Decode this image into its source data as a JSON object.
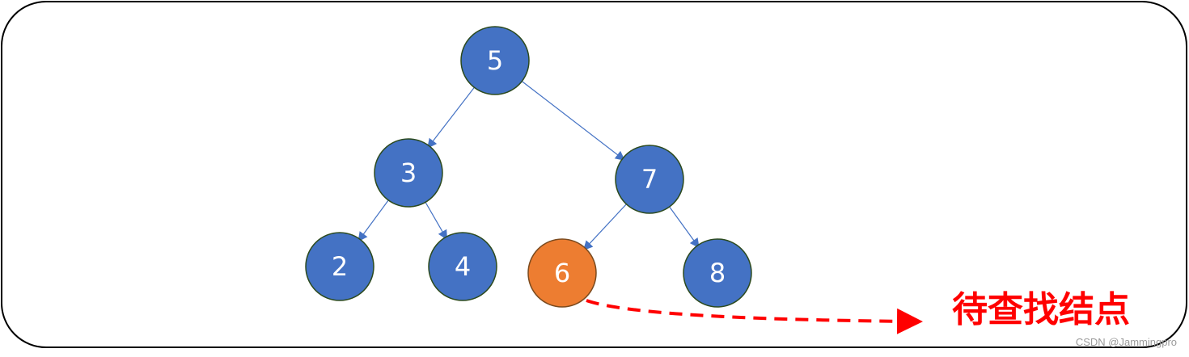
{
  "colors": {
    "node_fill": "#4472c4",
    "node_border": "#2c4a1e",
    "target_fill": "#ed7d31",
    "target_border": "#7a4a1e",
    "edge": "#4472c4",
    "annotation": "#ff0000",
    "frame": "#000000"
  },
  "tree": {
    "nodes": [
      {
        "id": "n5",
        "label": "5"
      },
      {
        "id": "n3",
        "label": "3"
      },
      {
        "id": "n7",
        "label": "7"
      },
      {
        "id": "n2",
        "label": "2"
      },
      {
        "id": "n4",
        "label": "4"
      },
      {
        "id": "n6",
        "label": "6",
        "highlight": true
      },
      {
        "id": "n8",
        "label": "8"
      }
    ],
    "edges": [
      {
        "from": "n5",
        "to": "n3"
      },
      {
        "from": "n5",
        "to": "n7"
      },
      {
        "from": "n3",
        "to": "n2"
      },
      {
        "from": "n3",
        "to": "n4"
      },
      {
        "from": "n7",
        "to": "n6"
      },
      {
        "from": "n7",
        "to": "n8"
      }
    ]
  },
  "annotation": {
    "text": "待查找结点",
    "points_to": "n6"
  },
  "watermark": "CSDN @Jammingpro"
}
